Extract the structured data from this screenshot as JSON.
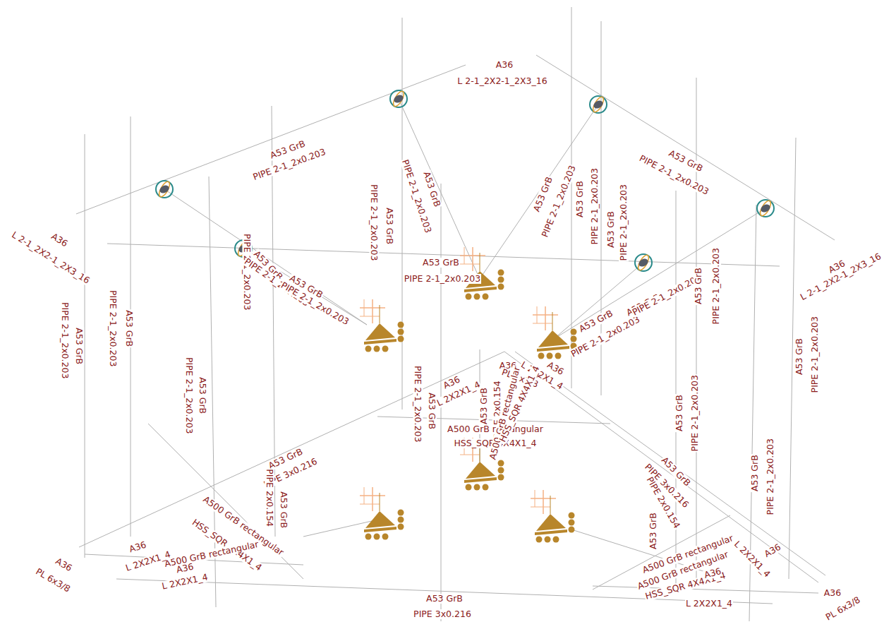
{
  "diagram": {
    "labels": [
      "A36",
      "L 2-1_2X2-1_2X3_16",
      "A53 GrB",
      "PIPE 2-1_2x0.203",
      "A53 GrB",
      "PIPE 2-1_2x0.203",
      "A36",
      "L 2-1_2X2-1_2X3_16",
      "A36",
      "L 2-1_2X2-1_2X3_16",
      "A53 GrB",
      "PIPE 2-1_2x0.203",
      "A53 GrB",
      "PIPE 2-1_2x0.203",
      "A53 GrB",
      "PIPE 2-1_2x0.203",
      "PIPE 2-1_2x0.203",
      "A53 GrB",
      "PIPE 2-1_2x0.203",
      "A53 GrB",
      "A53 GrB",
      "PIPE 2-1_2x0.203",
      "A53 GrB",
      "PIPE 2-1_2x0.203",
      "A53 GrB",
      "PIPE 2-1_2x0.203",
      "A53 GrB",
      "PIPE 2-1_2x0.203",
      "PIPE 2-1_2x0.203",
      "A53 GrB",
      "PIPE 2-1_2x0.203",
      "A53 GrB",
      "PIPE 2-1_2x0.203",
      "A53 GrB",
      "PIPE 2-1_2x0.203",
      "A53 GrB",
      "PIPE 2-1_2x0.203",
      "A53 GrB",
      "PIPE 2-1_2x0.203",
      "A53 GrB",
      "PIPE 2-1_2x0.203",
      "A53 GrB",
      "PIPE 2-1_2x0.203",
      "A53 GrB",
      "PIPE 2-1_2x0.203",
      "PIPE 2-1_2x0.203",
      "A53 GrB",
      "A36",
      "L 2X2X1_4",
      "A36",
      "PL 6x3/8",
      "A36",
      "L 2X2X1_4",
      "A53 GrB",
      "PIPE 2x0.154",
      "A500 GrB rectangular",
      "HSS_SQR 4X4X1_4",
      "A500 GrB rectangular",
      "HSS_SQR 4X4X1_4",
      "A53 GrB",
      "PIPE 3x0.216",
      "PIPE 2x0.154",
      "A53 GrB",
      "A500 GrB rectangular",
      "HSS_SQR 4X4X1_4",
      "A500 GrB rectangular",
      "A36",
      "L 2X2X1_4",
      "A36",
      "L 2X2X1_4",
      "A36",
      "PL 6x3/8",
      "A53 GrB",
      "PIPE 3x0.216",
      "A53 GrB",
      "PIPE 3x0.216",
      "PIPE 2x0.154",
      "A53 GrB",
      "A500 GrB rectangular",
      "A500 GrB rectangular",
      "HSS_SQR 4X4X1_4",
      "A36",
      "L 2X2X1_4",
      "A36",
      "L 2X2X1_4",
      "A36",
      "PL 6x3/8"
    ]
  }
}
